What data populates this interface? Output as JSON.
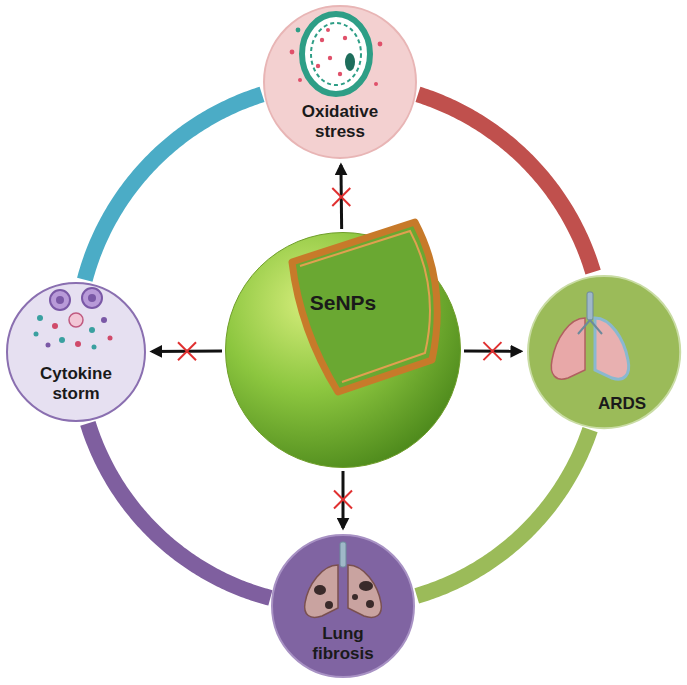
{
  "diagram": {
    "nodes": [
      {
        "text": [
          "Oxidative stress"
        ]
      },
      {
        "text": [
          "Cytokine storm"
        ]
      },
      {
        "text": [
          "SeNPs"
        ]
      },
      {
        "text": [
          "ARDS"
        ]
      },
      {
        "text": [
          "Lung fibrosis"
        ]
      }
    ],
    "edges": [
      {
        "from": 2,
        "to": 0,
        "arrow": "to"
      },
      {
        "from": 2,
        "to": 1,
        "arrow": "to"
      },
      {
        "from": 2,
        "to": 3,
        "arrow": "to"
      },
      {
        "from": 2,
        "to": 4,
        "arrow": "to"
      },
      {
        "from": 0,
        "to": 3,
        "arrow": "none"
      },
      {
        "from": 3,
        "to": 4,
        "arrow": "none"
      },
      {
        "from": 4,
        "to": 1,
        "arrow": "none"
      },
      {
        "from": 1,
        "to": 0,
        "arrow": "none"
      }
    ]
  }
}
